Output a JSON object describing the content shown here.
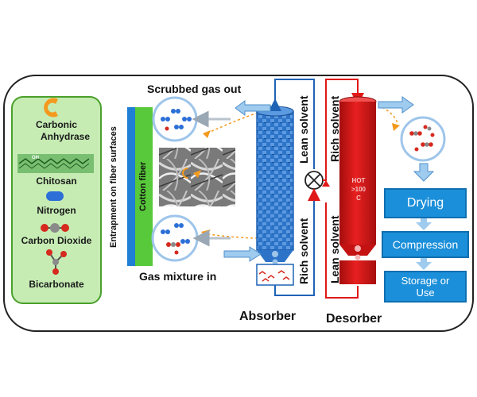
{
  "legend": {
    "items": [
      {
        "label": "Carbonic Anhydrase",
        "icon": "enzyme-c-shape-icon"
      },
      {
        "label": "Chitosan",
        "icon": "chitosan-chain-icon"
      },
      {
        "label": "Nitrogen",
        "icon": "nitrogen-molecule-icon"
      },
      {
        "label": "Carbon Dioxide",
        "icon": "carbon-dioxide-molecule-icon"
      },
      {
        "label": "Bicarbonate",
        "icon": "bicarbonate-molecule-icon"
      }
    ],
    "carbonic_line1": "Carbonic",
    "carbonic_line2": "Anhydrase",
    "chitosan_unit": "OH"
  },
  "fiber": {
    "entrapment_label": "Entrapment on fiber surfaces",
    "cotton_label": "Cotton fiber"
  },
  "absorber": {
    "title": "Absorber",
    "scrubbed_gas": "Scrubbed gas out",
    "gas_mixture": "Gas mixture in",
    "lean_solvent": "Lean solvent",
    "rich_solvent": "Rich solvent"
  },
  "desorber": {
    "title": "Desorber",
    "rich_solvent": "Rich solvent",
    "lean_solvent": "Lean solvent",
    "hot_line1": "HOT",
    "hot_line2": ">100",
    "hot_line3": "C"
  },
  "process": {
    "drying": "Drying",
    "compression": "Compression",
    "storage_line1": "Storage or",
    "storage_line2": "Use"
  },
  "colors": {
    "legend_fill": "#c6ecb4",
    "legend_border": "#4aa02c",
    "absorber_blue": "#1f63b6",
    "desorber_red": "#e01818",
    "process_blue": "#1b8fd9",
    "arrow_light_blue": "#9ecbee",
    "arrow_orange": "#f39a1e"
  }
}
